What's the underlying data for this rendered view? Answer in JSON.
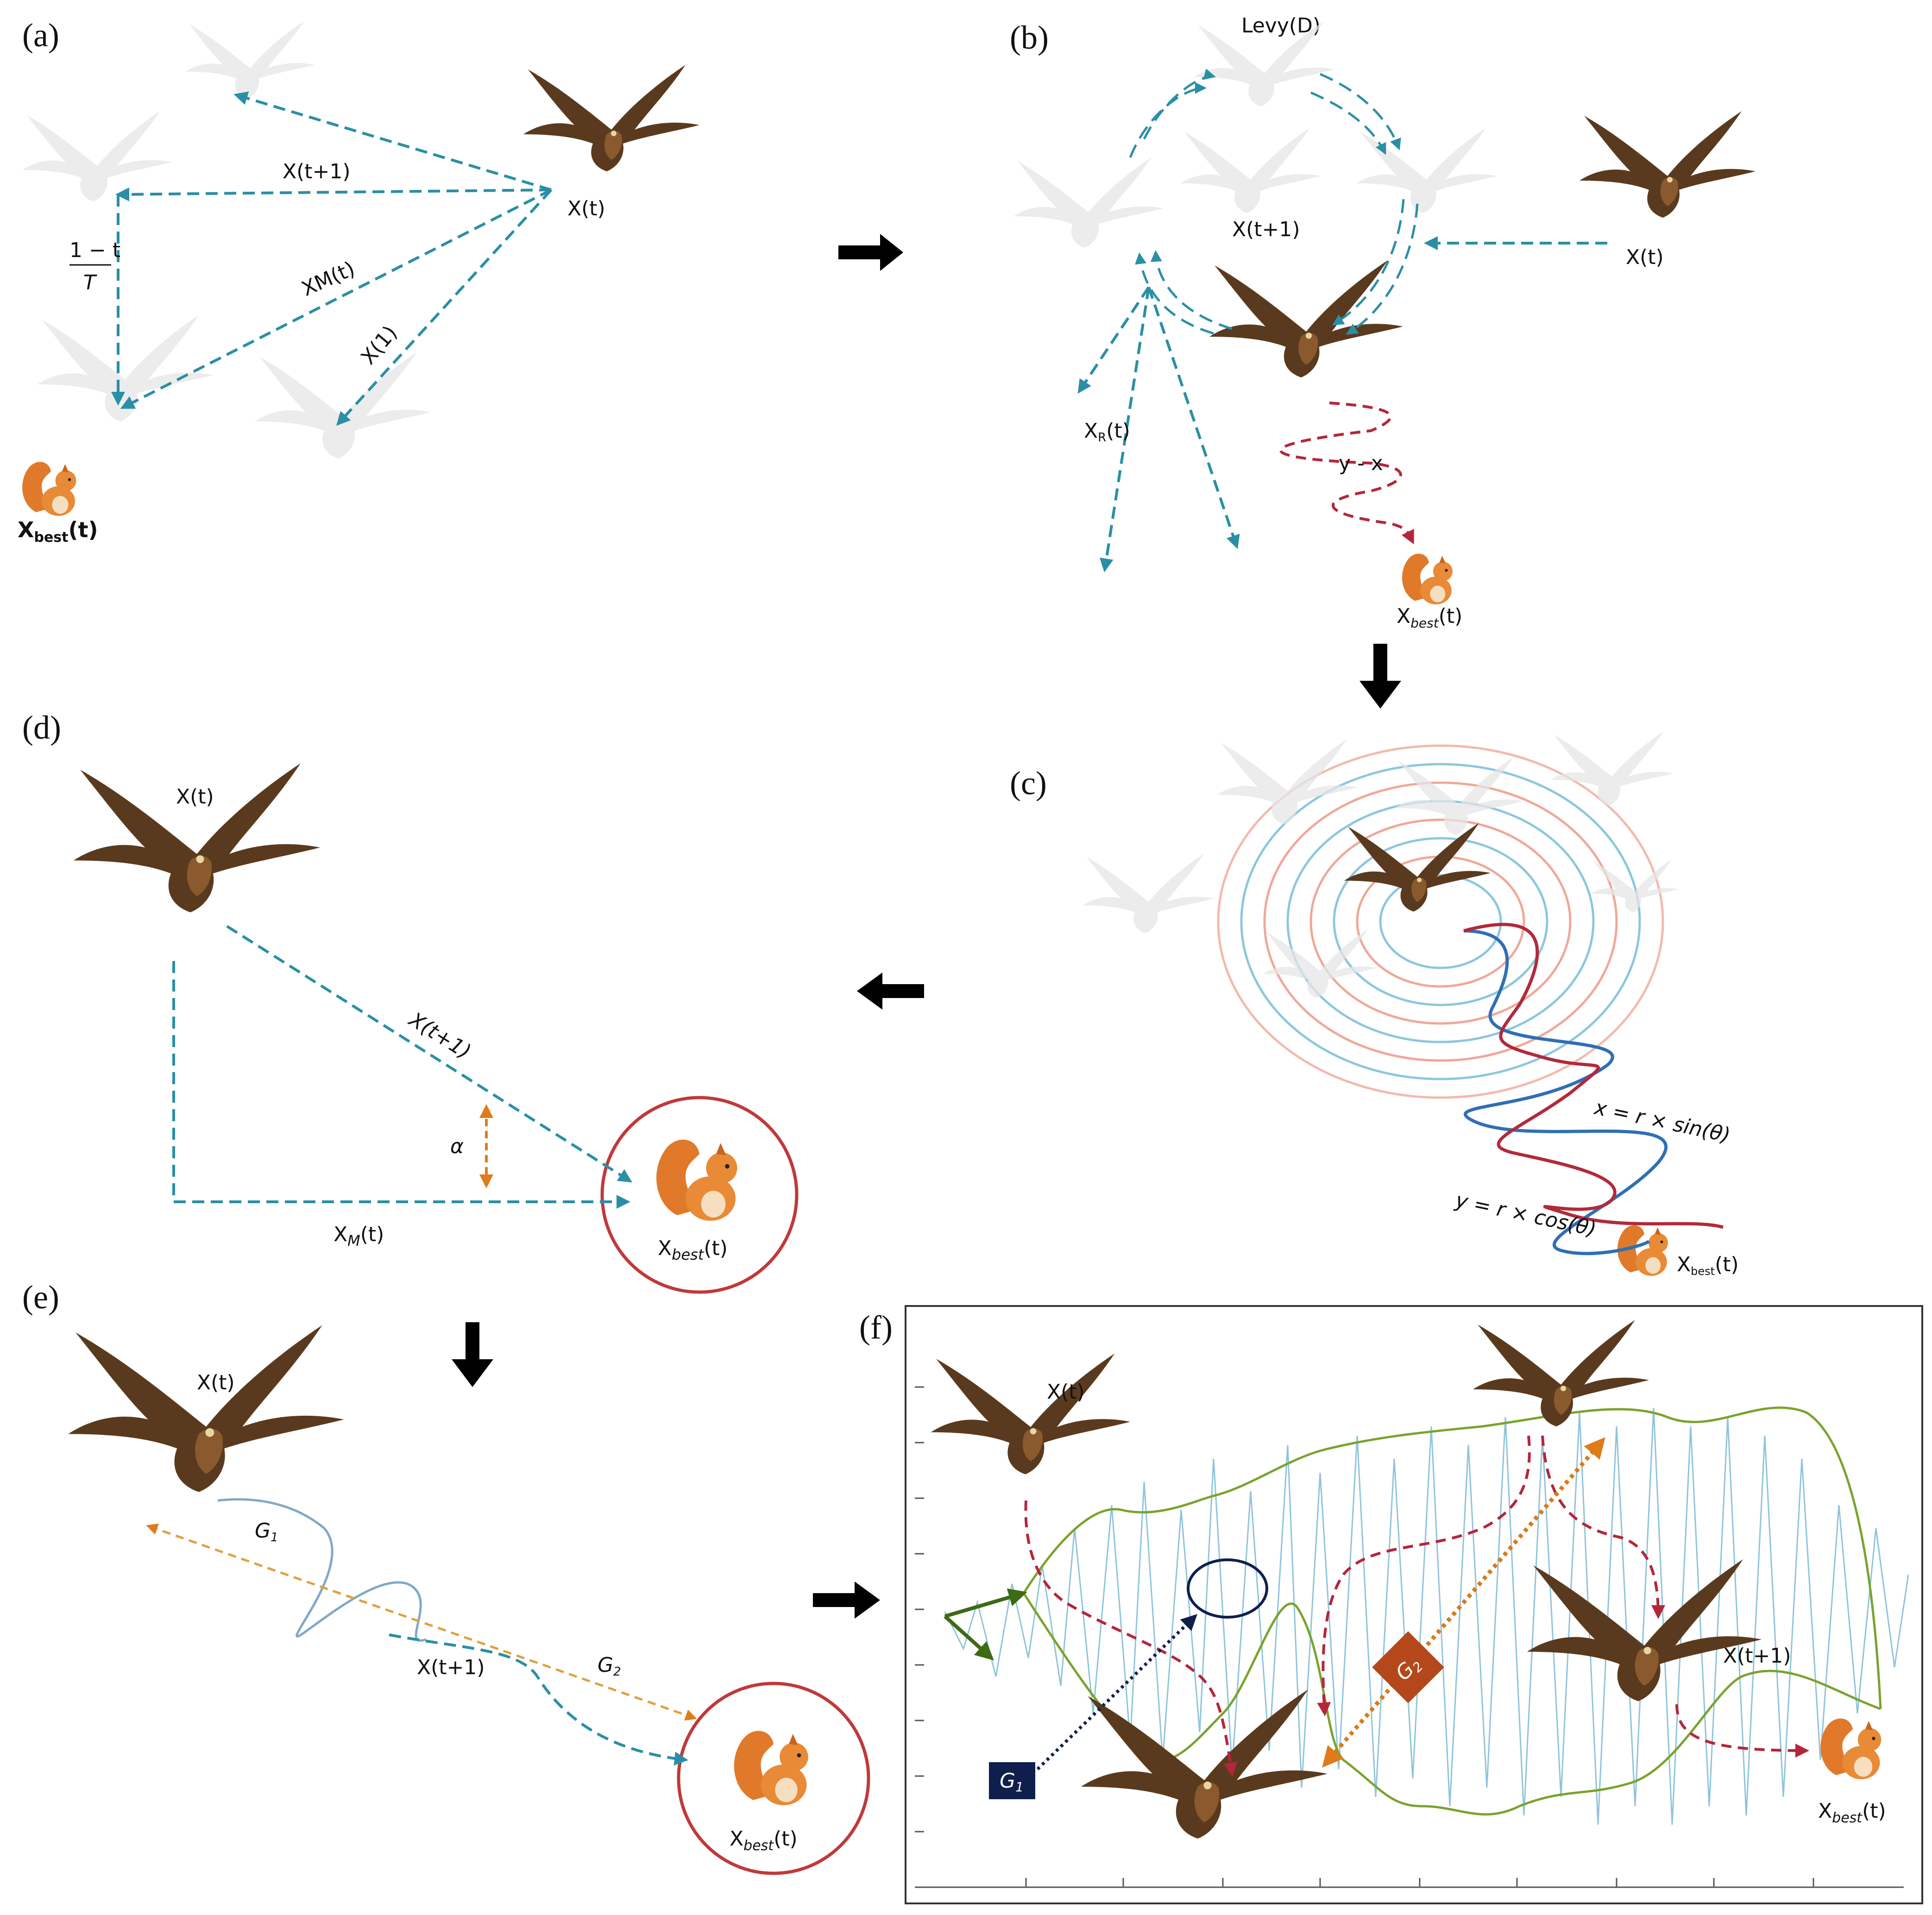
{
  "panels": {
    "a": {
      "tag": "(a)",
      "x_t1": "X(t+1)",
      "x_t": "X(t)",
      "frac_num": "1 − t",
      "frac_den": "T",
      "xm": "XM(t)",
      "x1": "X(1)",
      "best_main": "X",
      "best_sub": "best",
      "best_tail": "(t)"
    },
    "b": {
      "tag": "(b)",
      "levy": "Levy(D)",
      "x_t1": "X(t+1)",
      "x_t": "X(t)",
      "xr_main": "X",
      "xr_sub": "R",
      "xr_tail": "(t)",
      "yx": "y - x",
      "best_main": "X",
      "best_sub": "best",
      "best_tail": "(t)"
    },
    "c": {
      "tag": "(c)",
      "eq_x": "x = r × sin(θ)",
      "eq_y": "y = r × cos(θ)",
      "best_main": "X",
      "best_sub": "best",
      "best_tail": "(t)"
    },
    "d": {
      "tag": "(d)",
      "x_t": "X(t)",
      "x_t1": "X(t+1)",
      "alpha": "α",
      "xm_main": "X",
      "xm_sub": "M",
      "xm_tail": "(t)",
      "best_main": "X",
      "best_sub": "best",
      "best_tail": "(t)"
    },
    "e": {
      "tag": "(e)",
      "x_t": "X(t)",
      "g1": "G",
      "g1_sub": "1",
      "g2": "G",
      "g2_sub": "2",
      "x_t1": "X(t+1)",
      "best_main": "X",
      "best_sub": "best",
      "best_tail": "(t)"
    },
    "f": {
      "tag": "(f)",
      "x_t": "X(t)",
      "x_t1": "X(t+1)",
      "g1": "G",
      "g1_sub": "1",
      "g2": "G",
      "g2_sub": "2",
      "best_main": "X",
      "best_sub": "best",
      "best_tail": "(t)"
    }
  },
  "colors": {
    "teal": "#2a8fa6",
    "red": "#b5263a",
    "orange": "#e07b1a",
    "navy": "#0f1f4d",
    "rust": "#b4481a",
    "green": "#5b8f1f",
    "eagle": "#5a3a1e",
    "squirrel": "#e07a2a"
  }
}
